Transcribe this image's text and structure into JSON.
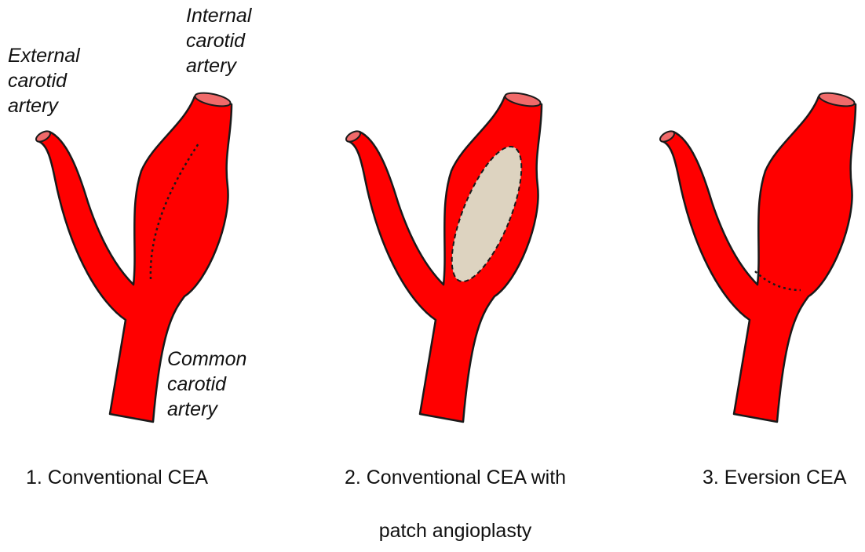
{
  "labels": {
    "external": [
      "External",
      "carotid",
      "artery"
    ],
    "internal": [
      "Internal",
      "carotid",
      "artery"
    ],
    "common": [
      "Common",
      "carotid",
      "artery"
    ]
  },
  "captions": {
    "conventional": "1. Conventional CEA",
    "patch_line1": "2. Conventional CEA with",
    "patch_line2": "patch angioplasty",
    "eversion": "3. Eversion CEA"
  },
  "colors": {
    "artery": "#ff0000",
    "lumen": "#f06a6a",
    "outline": "#1a1a1a",
    "patch": "#ddd3c0"
  }
}
